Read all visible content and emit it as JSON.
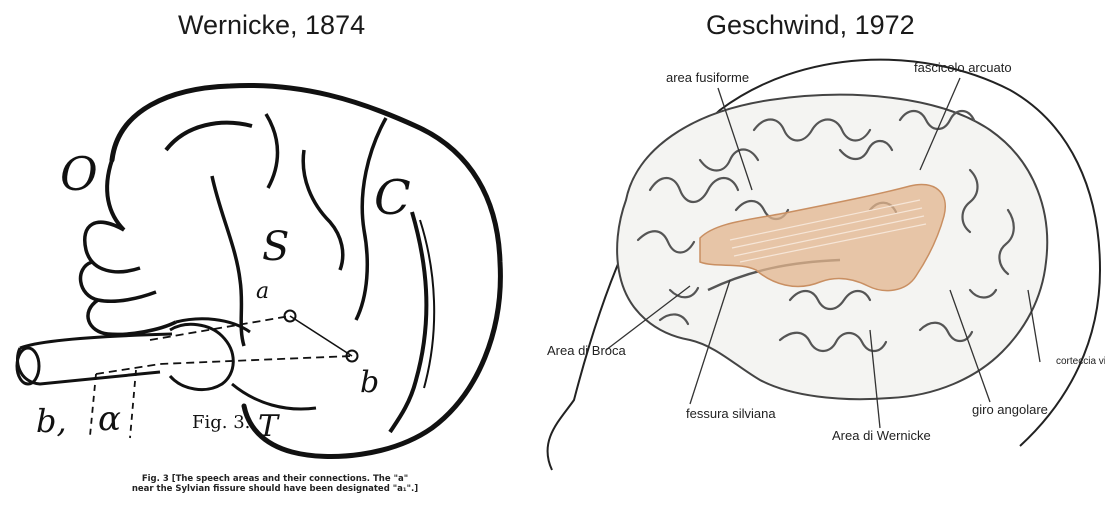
{
  "left": {
    "title": "Wernicke, 1874",
    "letters": {
      "O": "O",
      "C": "C",
      "S": "S",
      "a_small": "a",
      "b": "b",
      "b1": "b,",
      "alpha": "α",
      "T": "T"
    },
    "figure_label": "Fig. 3.",
    "caption_line1": "Fig. 3 [The speech areas and their connections. The \"a\"",
    "caption_line2": "near the Sylvian fissure should have been designated \"a₁\".]"
  },
  "right": {
    "title": "Geschwind, 1972",
    "labels": {
      "fusiform": "area fusiforme",
      "arcuate": "fascicolo arcuato",
      "broca": "Area di Broca",
      "visual": "corteccia visi",
      "angular": "giro angolare",
      "sylvian": "fessura silviana",
      "wernicke": "Area di Wernicke"
    },
    "highlight_color": "#e3b58e"
  }
}
